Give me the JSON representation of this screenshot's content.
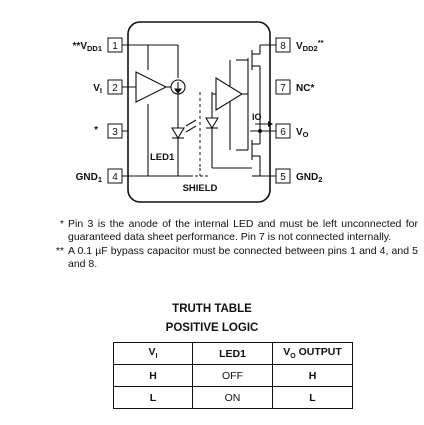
{
  "pins_left": [
    {
      "num": "1",
      "label": "**V",
      "sub": "DD1"
    },
    {
      "num": "2",
      "label": "V",
      "sub": "I"
    },
    {
      "num": "3",
      "label": "*",
      "sub": ""
    },
    {
      "num": "4",
      "label": "GND",
      "sub": "1"
    }
  ],
  "pins_right": [
    {
      "num": "8",
      "label": "V",
      "sub": "DD2",
      "sup": "**"
    },
    {
      "num": "7",
      "label": "NC*",
      "sub": ""
    },
    {
      "num": "6",
      "label": "V",
      "sub": "O"
    },
    {
      "num": "5",
      "label": "GND",
      "sub": "2"
    }
  ],
  "labels": {
    "led": "LED1",
    "shield": "SHIELD",
    "io": "IO"
  },
  "notes": [
    {
      "mark": "*",
      "text": "Pin 3 is the anode of the internal LED and must be left unconnected for guaranteed data sheet performance. Pin 7 is not connected internally."
    },
    {
      "mark": "**",
      "text": "A 0.1 µF bypass capacitor must be connected between pins 1 and 4, and 5 and 8."
    }
  ],
  "truth_table": {
    "title": "TRUTH TABLE",
    "subtitle": "POSITIVE LOGIC",
    "headers": [
      "V",
      "LED1",
      "V"
    ],
    "header_subs": [
      "I",
      "",
      "O"
    ],
    "header_suffix": [
      "",
      "",
      " OUTPUT"
    ],
    "rows": [
      [
        "H",
        "OFF",
        "H"
      ],
      [
        "L",
        "ON",
        "L"
      ]
    ]
  }
}
